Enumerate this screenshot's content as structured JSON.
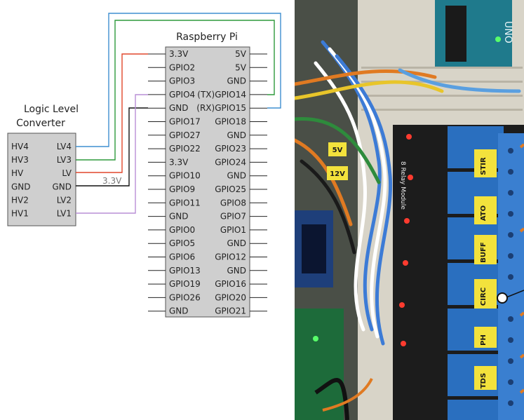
{
  "llc": {
    "title_line1": "Logic Level",
    "title_line2": "Converter",
    "left_pins": [
      "HV4",
      "HV3",
      "HV",
      "GND",
      "HV2",
      "HV1"
    ],
    "right_pins": [
      "LV4",
      "LV3",
      "LV",
      "GND",
      "LV2",
      "LV1"
    ]
  },
  "pi": {
    "title": "Raspberry Pi",
    "left_pins": [
      "3.3V",
      "GPIO2",
      "GPIO3",
      "GPIO4",
      "GND",
      "GPIO17",
      "GPIO27",
      "GPIO22",
      "3.3V",
      "GPIO10",
      "GPIO9",
      "GPIO11",
      "GND",
      "GPIO0",
      "GPIO5",
      "GPIO6",
      "GPIO13",
      "GPIO19",
      "GPIO26",
      "GND"
    ],
    "right_pins": [
      "5V",
      "5V",
      "GND",
      "(TX)GPIO14",
      "(RX)GPIO15",
      "GPIO18",
      "GND",
      "GPIO23",
      "GPIO24",
      "GND",
      "GPIO25",
      "GPIO8",
      "GPIO7",
      "GPIO1",
      "GND",
      "GPIO12",
      "GND",
      "GPIO16",
      "GPIO20",
      "GPIO21"
    ]
  },
  "wire_label": "3.3V",
  "colors": {
    "blue": "#3f8fd0",
    "green": "#2e9a3c",
    "red": "#e0472c",
    "purple": "#b98fd6",
    "black": "#111111",
    "relay_blue": "#2a6fbf"
  },
  "photo": {
    "voltage_tags": [
      "5V",
      "12V"
    ],
    "module_label": "8 Relay Module",
    "relay_labels": [
      "STIR",
      "ATO",
      "BUFF",
      "CIRC",
      "PH",
      "TDS"
    ],
    "board_label": "UNO"
  }
}
